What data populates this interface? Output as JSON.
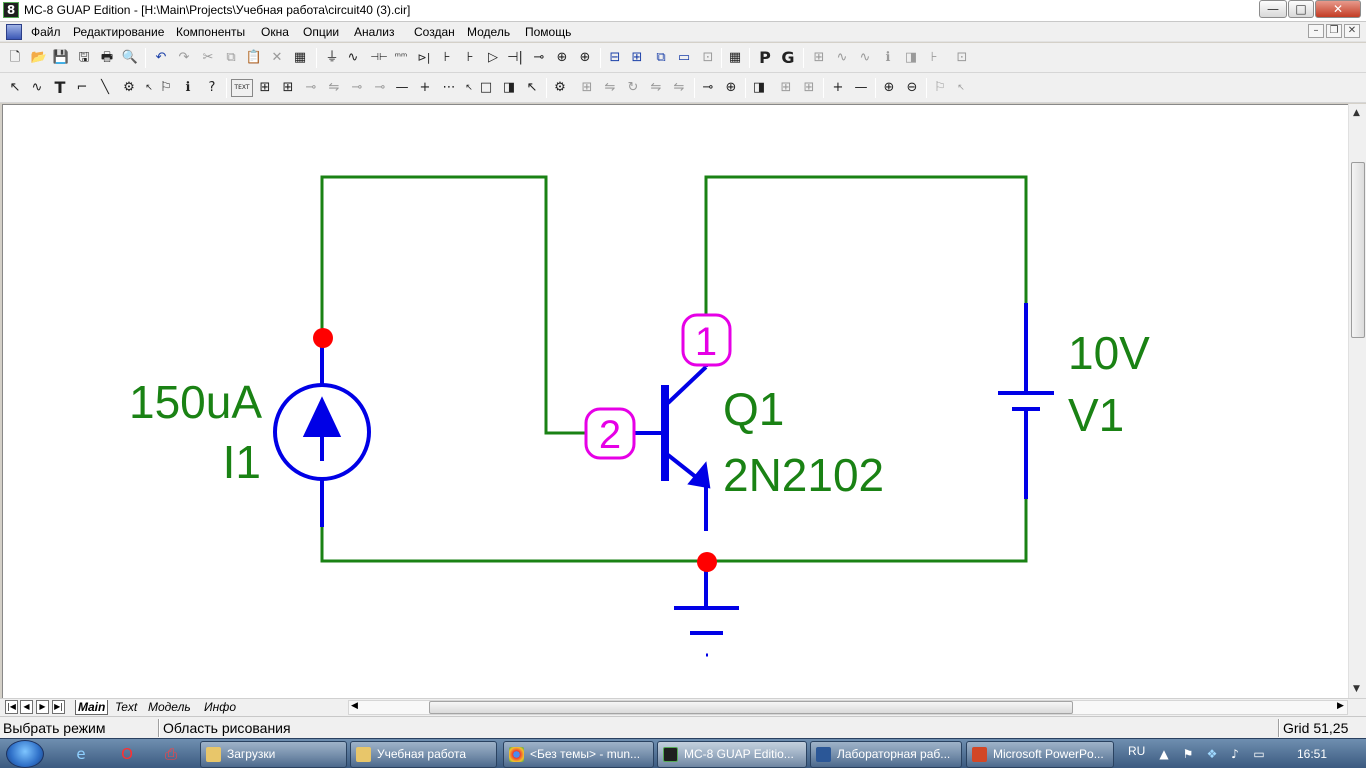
{
  "window": {
    "title": "MC-8 GUAP Edition - [H:\\Main\\Projects\\Учебная работа\\circuit40 (3).cir]",
    "app_icon_label": "8",
    "minimize": "—",
    "maximize": "□",
    "close": "✕"
  },
  "menu": {
    "items": [
      "Файл",
      "Редактирование",
      "Компоненты",
      "Окна",
      "Опции",
      "Анализ",
      "Создан",
      "Модель",
      "Помощь"
    ],
    "mdi_minimize": "–",
    "mdi_restore": "❐",
    "mdi_close": "✕"
  },
  "toolbar1": {
    "labels": {
      "new": "🗋",
      "open": "📂",
      "save": "💾",
      "save_all": "🖫",
      "print": "🖶",
      "print_preview": "🔍",
      "undo": "↶",
      "redo": "↷",
      "cut": "✂",
      "copy": "⧉",
      "paste": "📋",
      "delete": "✕",
      "select_all": "▦",
      "ground": "⏚",
      "resistor": "∿",
      "capacitor": "⊣⊢",
      "inductor": "ᵐᵐ",
      "diode": "⊳|",
      "npn": "⊦",
      "opamp": "▷",
      "battery": "⊣|",
      "source": "⊸",
      "current_source": "⊕",
      "page_scroll": "⊟",
      "tile_v": "⊞",
      "tile_h": "⧉",
      "cascade": "▭",
      "window": "⊡",
      "calculator": "▦",
      "p": "P",
      "g": "G"
    }
  },
  "toolbar2": {
    "labels": {
      "select": "↖",
      "wire": "∿",
      "text": "T",
      "wire_ortho": "⌐",
      "diag_wire": "╲",
      "components": "⚙",
      "flag": "⚐",
      "info": "ℹ",
      "help": "?",
      "text_mode": "TEXT",
      "grid": "⊞",
      "rotate": "↻",
      "mirror": "⇋",
      "node": "⊸",
      "line": "—",
      "plus": "+",
      "dotted": "⋯",
      "rect": "□",
      "rect2": "◨",
      "zoom_in": "⊕",
      "zoom_out": "⊖"
    }
  },
  "schematic": {
    "nodes": [
      "1",
      "2"
    ],
    "components": [
      {
        "ref": "I1",
        "value": "150uA",
        "type": "current-source"
      },
      {
        "ref": "Q1",
        "value": "2N2102",
        "type": "npn-transistor"
      },
      {
        "ref": "V1",
        "value": "10V",
        "type": "battery"
      }
    ],
    "colors": {
      "wire": "#1a8214",
      "part": "#0000e6",
      "node_label": "#e600e6",
      "junction": "#ff0000",
      "text": "#1a8214"
    }
  },
  "tabs": [
    "Main",
    "Text",
    "Модель",
    "Инфо"
  ],
  "tab_nav": {
    "first": "|◀",
    "prev": "◀",
    "next": "▶",
    "last": "▶|"
  },
  "status": {
    "mode": "Выбрать режим",
    "area": "Область рисования",
    "grid": "Grid 51,25"
  },
  "taskbar": {
    "items": [
      "Загрузки",
      "Учебная работа",
      "<Без темы> - mun...",
      "MC-8 GUAP Editio...",
      "Лабораторная раб...",
      "Microsoft PowerPo..."
    ],
    "lang": "RU",
    "clock": "16:51"
  }
}
